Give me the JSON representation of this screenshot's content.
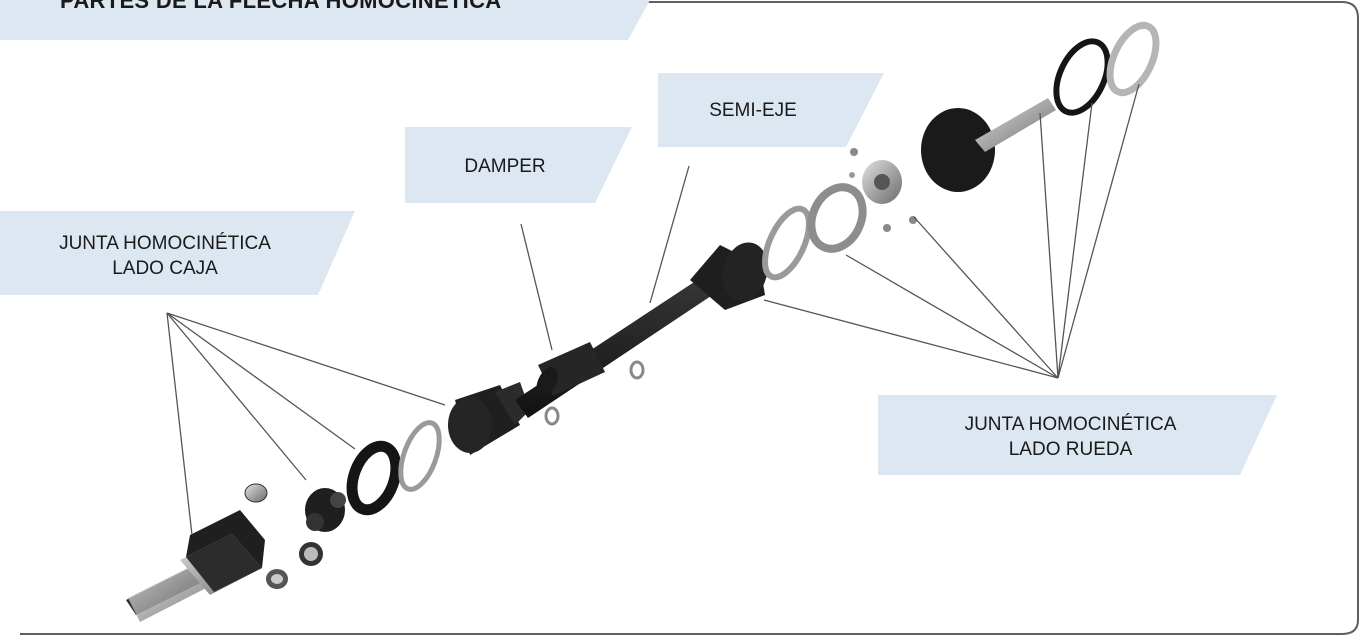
{
  "title": "PARTES DE LA FLECHA HOMOCINÉTICA",
  "labels": {
    "semi_eje": "SEMI-EJE",
    "damper": "DAMPER",
    "junta_caja_line1": "JUNTA HOMOCINÉTICA",
    "junta_caja_line2": "LADO CAJA",
    "junta_rueda_line1": "JUNTA HOMOCINÉTICA",
    "junta_rueda_line2": "LADO RUEDA"
  },
  "colors": {
    "label_band": "#dde7f1",
    "frame_border": "#5f5f5f",
    "leader_line": "#555555",
    "part_dark": "#1f1f1f",
    "part_metal": "#a9a9a9"
  }
}
